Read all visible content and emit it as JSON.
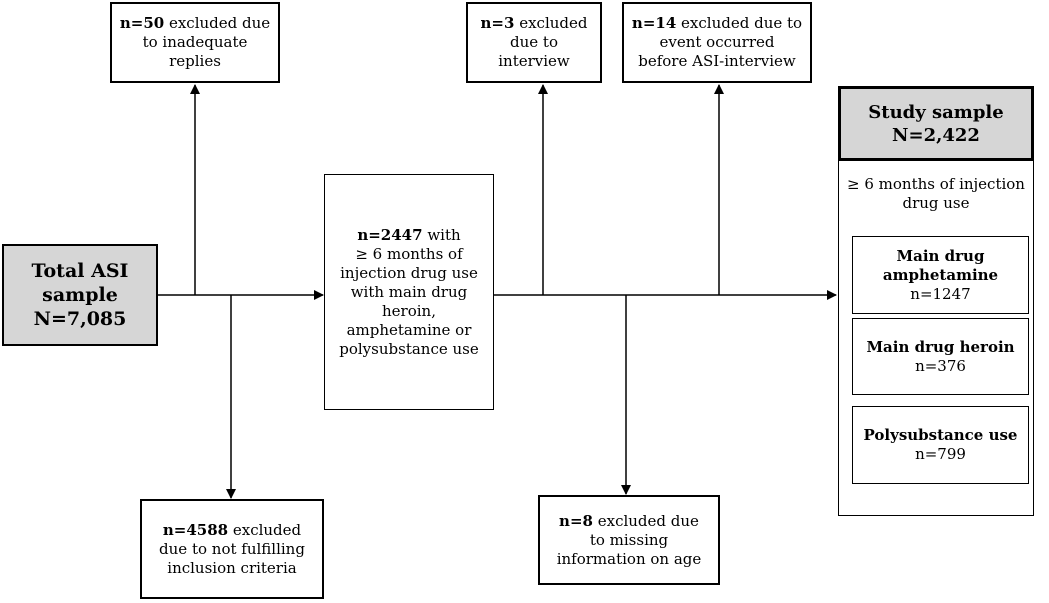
{
  "total": {
    "line1": "Total ASI",
    "line2": "sample",
    "line3": "N=7,085"
  },
  "excl_inadequate": {
    "bold": "n=50",
    "rest1": " excluded due",
    "line2": "to inadequate",
    "line3": "replies"
  },
  "excl_criteria": {
    "bold": "n=4588",
    "rest1": " excluded",
    "line2": "due to not fulfilling",
    "line3": "inclusion criteria"
  },
  "injection": {
    "bold": "n=2447",
    "rest1": " with",
    "line2": "≥ 6 months of",
    "line3": "injection drug use",
    "line4": "with main drug",
    "line5": "heroin,",
    "line6": "amphetamine or",
    "line7": "polysubstance use"
  },
  "excl_interview": {
    "bold": "n=3",
    "rest1": " excluded",
    "line2": "due to",
    "line3": "interview"
  },
  "excl_event": {
    "bold": "n=14",
    "rest1": " excluded due to",
    "line2": "event occurred",
    "line3": "before ASI-interview"
  },
  "excl_age": {
    "bold": "n=8",
    "rest1": " excluded due",
    "line2": "to missing",
    "line3": "information on age"
  },
  "study": {
    "title": "Study sample",
    "n": "N=2,422",
    "subtitle1": "≥ 6 months of injection",
    "subtitle2": "drug use",
    "groups": [
      {
        "label1": "Main drug",
        "label2": "amphetamine",
        "n": "n=1247"
      },
      {
        "label1": "Main drug heroin",
        "n": "n=376"
      },
      {
        "label1": "Polysubstance use",
        "n": "n=799"
      }
    ]
  }
}
